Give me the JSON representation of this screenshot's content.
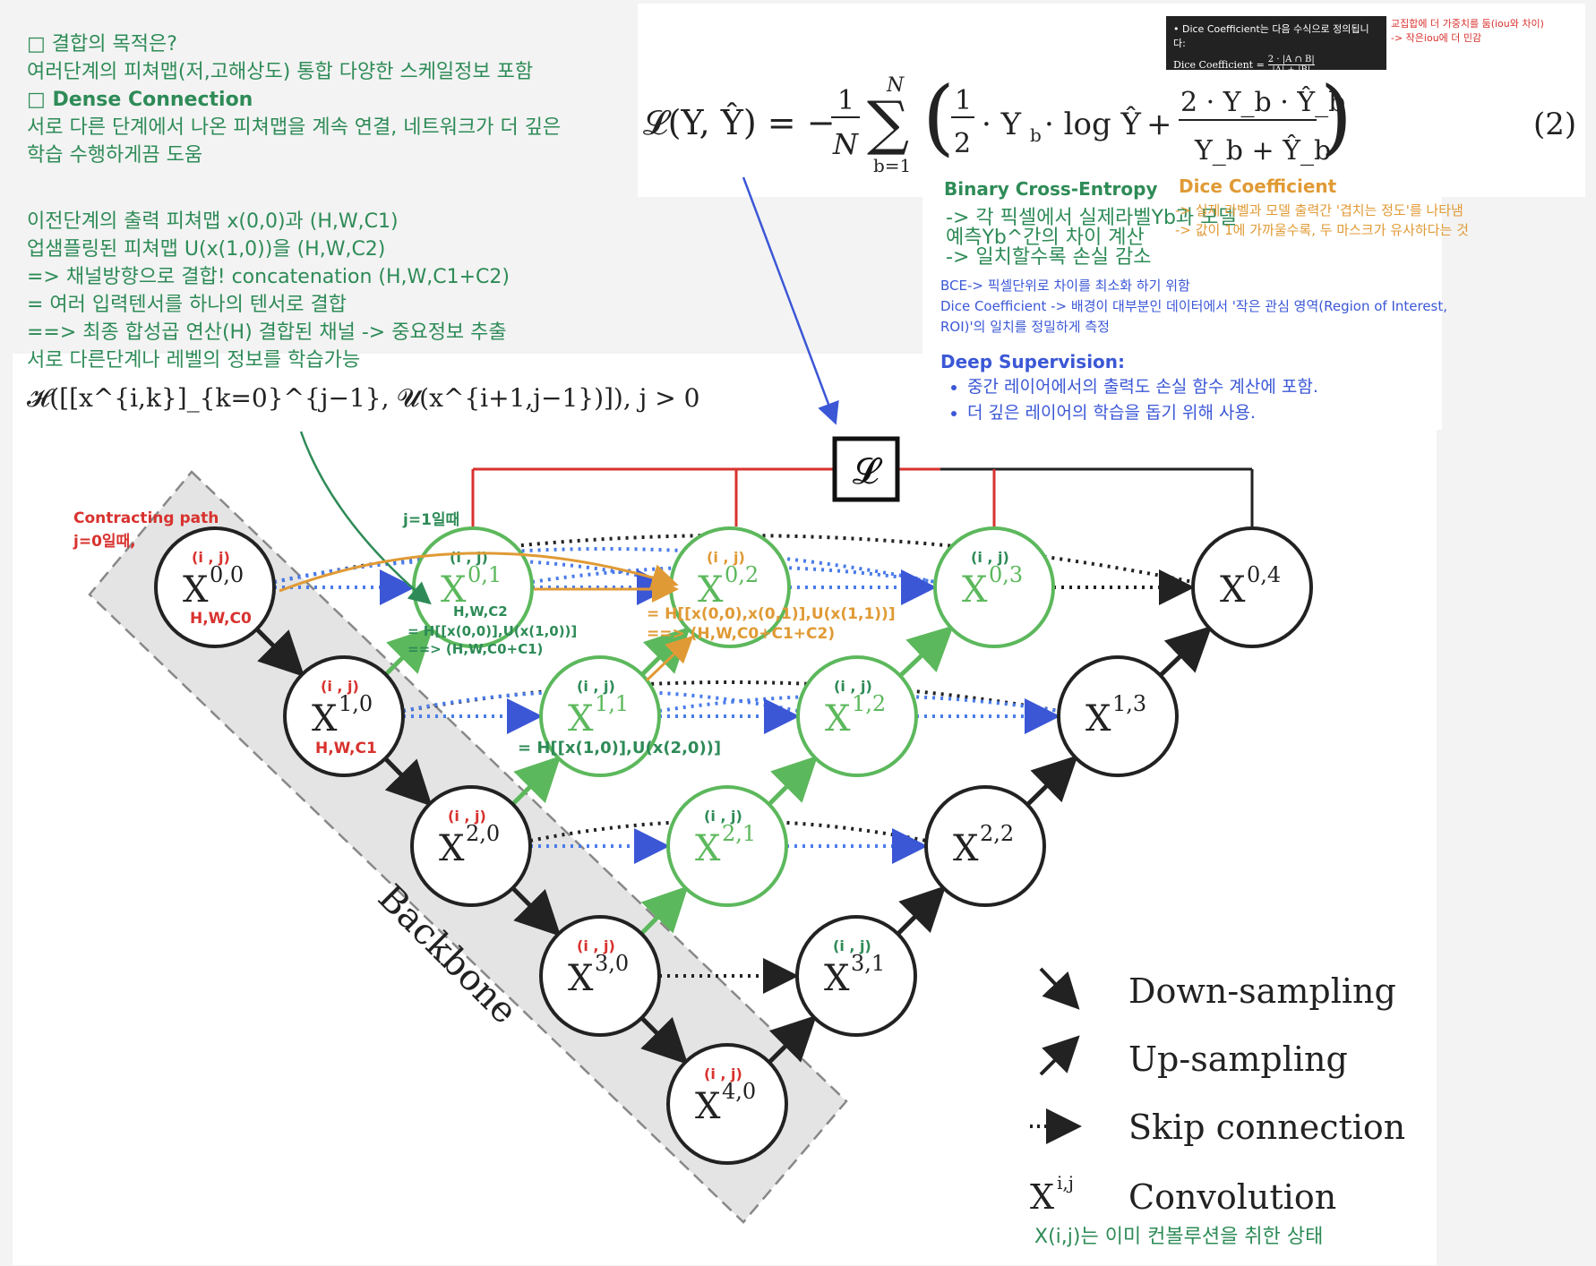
{
  "left_notes": {
    "bullet1": "□ 결합의 목적은?",
    "line2": "여러단계의 피쳐맵(저,고해상도) 통합 다양한 스케일정보 포함",
    "bullet2": "□ Dense Connection",
    "line4": "서로 다른 단계에서 나온 피쳐맵을 계속 연결, 네트워크가 더 깊은",
    "line5": "학습 수행하게끔 도움",
    "line6": "이전단계의 출력 피쳐맵 x(0,0)과 (H,W,C1)",
    "line7": "업샘플링된 피쳐맵 U(x(1,0))을 (H,W,C2)",
    "line8": "=> 채널방향으로 결합! concatenation (H,W,C1+C2)",
    "line9": "= 여러 입력텐서를 하나의 텐서로 결합",
    "line10": "==> 최종 합성곱 연산(H) 결합된 채널 -> 중요정보 추출",
    "line11": "서로 다른단계나 레벨의 정보를 학습가능",
    "formula_H": "𝓗([[x^{i,k}]_{k=0}^{j−1}, 𝓤(x^{i+1,j−1})]),   j > 0"
  },
  "loss_formula": {
    "lhs": "𝓛(Y, Ŷ) = −",
    "frac_num": "1",
    "frac_den": "N",
    "sum_top": "N",
    "sum_bottom": "b=1",
    "half_num": "1",
    "half_den": "2",
    "term1": "· Y",
    "term1_sub": "b",
    "term1_log": "· log Ŷ",
    "term2_num": "2 · Y_b · Ŷ_b",
    "term2_den": "Y_b + Ŷ_b",
    "eq_number": "(2)"
  },
  "dice_box": {
    "line1": "• Dice Coefficient는 다음 수식으로 정의됩니다:",
    "line2": "Dice Coefficient =",
    "frac_num": "2 · |A ∩ B|",
    "frac_den": "|A| + |B|"
  },
  "top_right_note": {
    "line1": "교집합에 더 가중치를 둠(iou와 차이)",
    "line2": "-> 작은iou에 더 민감"
  },
  "bce": {
    "title": "Binary Cross-Entropy",
    "line1": "-> 각 픽셀에서 실제라벨Yb과 모델",
    "line2": "예측Yb^간의 차이 계산",
    "line3": "-> 일치할수록 손실 감소"
  },
  "dice": {
    "title": "Dice Coefficient",
    "line1": "-> 실제 라벨과 모델 출력간 '겹치는 정도'를 나타냄",
    "line2": "-> 값이 1에 가까울수록, 두 마스크가 유사하다는 것"
  },
  "blue_notes": {
    "line1": "BCE-> 픽셀단위로 차이를 최소화 하기 위함",
    "line2": "Dice Coefficient -> 배경이 대부분인 데이터에서 '작은 관심 영역(Region of Interest,",
    "line3": "ROI)'의 일치를 정밀하게 측정"
  },
  "deep_supervision": {
    "title": "Deep Supervision:",
    "items": [
      "중간 레이어에서의 출력도 손실 함수 계산에 포함.",
      "더 깊은 레이어의 학습을 돕기 위해 사용."
    ]
  },
  "diagram": {
    "loss_symbol": "𝓛",
    "backbone_label": "Backbone",
    "ij_label": "(i , j)",
    "nodes": [
      {
        "id": "x00",
        "base": "X",
        "sup": "0,0",
        "color": "black"
      },
      {
        "id": "x10",
        "base": "X",
        "sup": "1,0",
        "color": "black"
      },
      {
        "id": "x20",
        "base": "X",
        "sup": "2,0",
        "color": "black"
      },
      {
        "id": "x30",
        "base": "X",
        "sup": "3,0",
        "color": "black"
      },
      {
        "id": "x40",
        "base": "X",
        "sup": "4,0",
        "color": "black"
      },
      {
        "id": "x01",
        "base": "X",
        "sup": "0,1",
        "color": "green"
      },
      {
        "id": "x11",
        "base": "X",
        "sup": "1,1",
        "color": "green"
      },
      {
        "id": "x21",
        "base": "X",
        "sup": "2,1",
        "color": "green"
      },
      {
        "id": "x31",
        "base": "X",
        "sup": "3,1",
        "color": "black"
      },
      {
        "id": "x02",
        "base": "X",
        "sup": "0,2",
        "color": "green"
      },
      {
        "id": "x12",
        "base": "X",
        "sup": "1,2",
        "color": "green"
      },
      {
        "id": "x22",
        "base": "X",
        "sup": "2,2",
        "color": "black"
      },
      {
        "id": "x03",
        "base": "X",
        "sup": "0,3",
        "color": "green"
      },
      {
        "id": "x13",
        "base": "X",
        "sup": "1,3",
        "color": "black"
      },
      {
        "id": "x04",
        "base": "X",
        "sup": "0,4",
        "color": "black"
      }
    ],
    "annotations": {
      "contracting_path": "Contracting path",
      "j0": "j=0일때,",
      "j1": "j=1일때",
      "hwc0": "H,W,C0",
      "hwc1": "H,W,C1",
      "hwc2": "H,W,C2",
      "x01_formula1": "= H[[x(0,0)],U(x(1,0))]",
      "x01_formula2": "==> (H,W,C0+C1)",
      "x02_formula1": "= H[[x(0,0),x(0,1)],U(x(1,1))]",
      "x02_formula2": "==> (H,W,C0+C1+C2)",
      "x11_formula": "= H[[x(1,0)],U(x(2,0))]"
    },
    "legend": {
      "down": "Down-sampling",
      "up": "Up-sampling",
      "skip": "Skip connection",
      "conv_symbol": "X",
      "conv_sup": "i,j",
      "conv": "Convolution"
    },
    "footer": "X(i,j)는 이미 컨볼루션을 취한 상태"
  },
  "colors": {
    "green": "#2e8b57",
    "node_green": "#5cb85c",
    "red": "#d8322e",
    "orange": "#e09a35",
    "blue": "#3b57d6",
    "skip_blue": "#4a7bea"
  }
}
